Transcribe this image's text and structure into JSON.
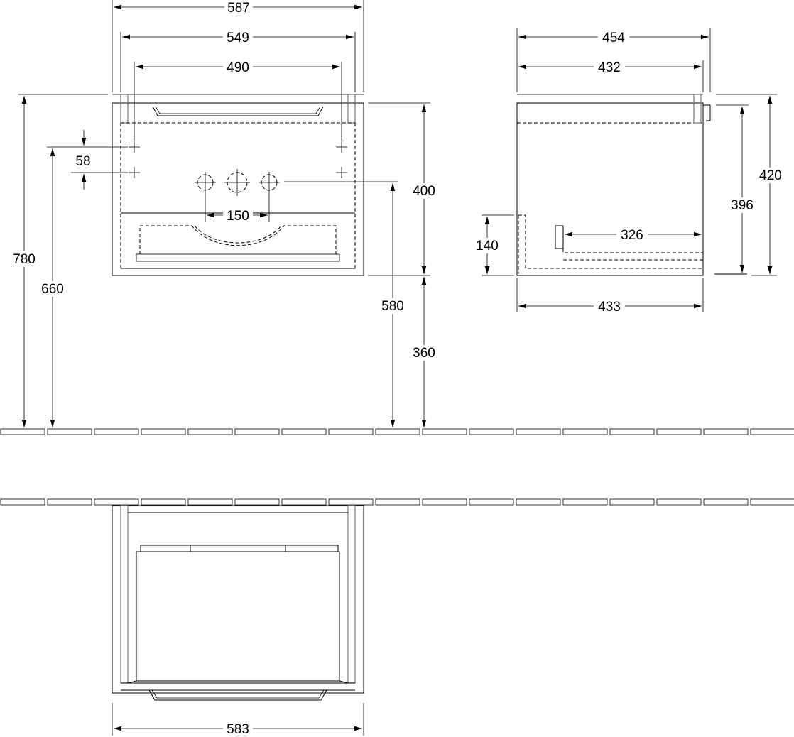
{
  "dimensions": {
    "overall_width": "587",
    "inner_width": "549",
    "top_width": "490",
    "hole_spacing": "58",
    "height_total": "780",
    "height_660": "660",
    "tap_spacing": "150",
    "cabinet_height": "400",
    "height_580": "580",
    "floor_clearance": "360",
    "depth_454": "454",
    "depth_432": "432",
    "side_height_420": "420",
    "side_height_396": "396",
    "depth_140": "140",
    "depth_326": "326",
    "depth_433": "433",
    "bottom_width": "583"
  }
}
